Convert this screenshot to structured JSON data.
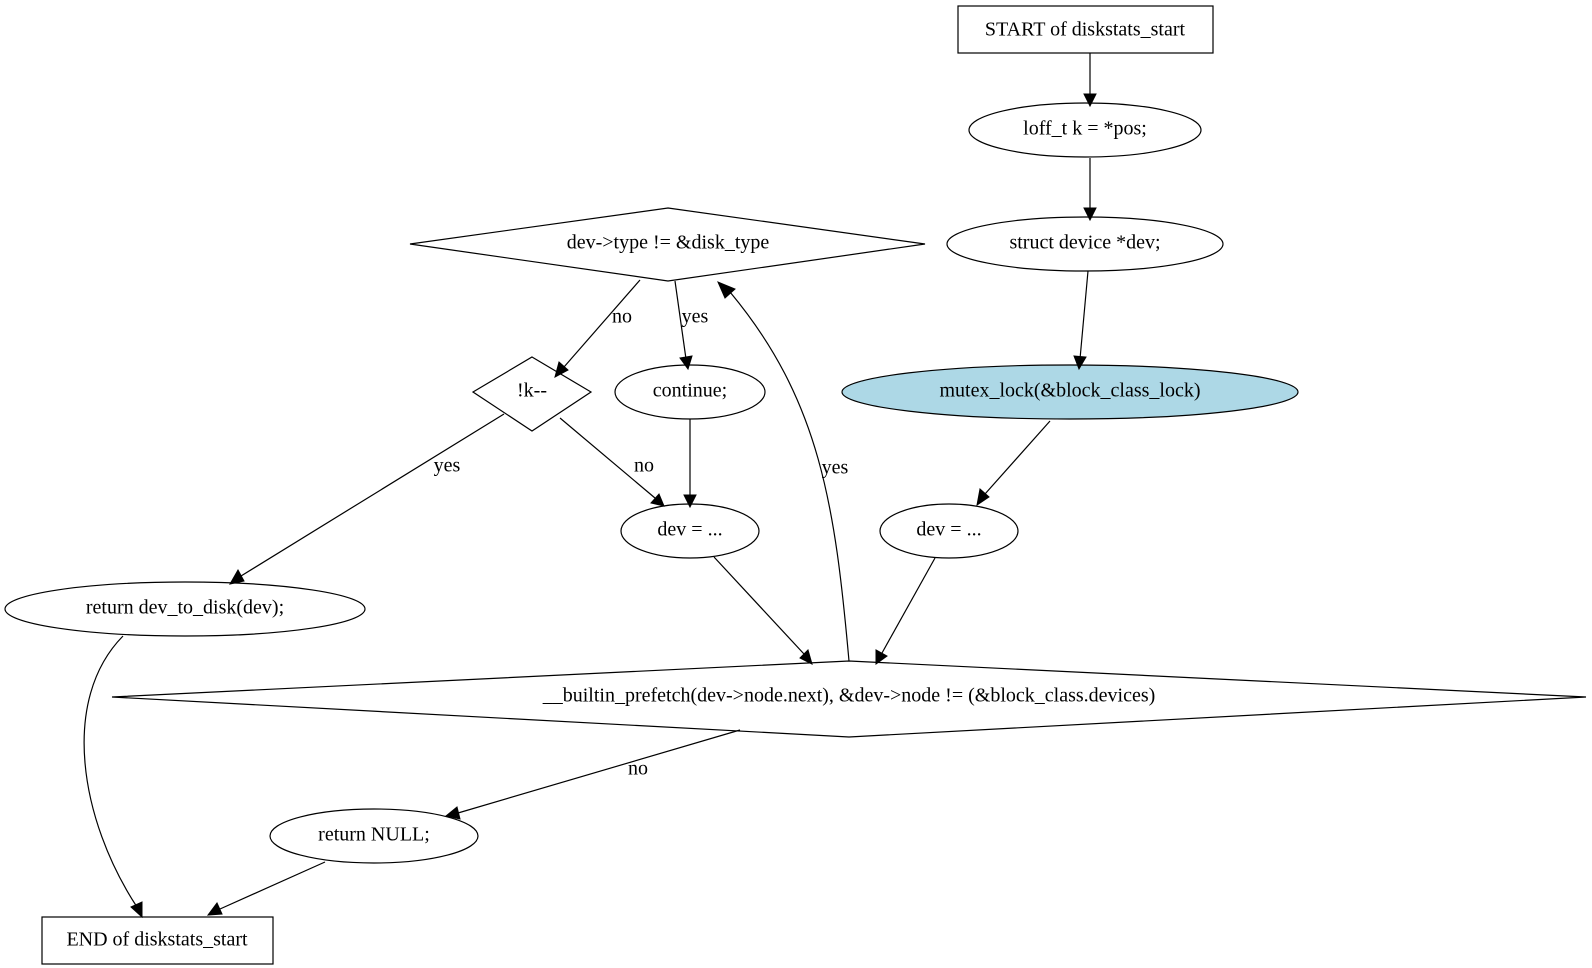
{
  "diagram": {
    "nodes": {
      "start": {
        "label": "START of diskstats_start",
        "shape": "box",
        "fill": "#ffffff"
      },
      "loff": {
        "label": "loff_t k = *pos;",
        "shape": "ellipse",
        "fill": "#ffffff"
      },
      "structdev": {
        "label": "struct device *dev;",
        "shape": "ellipse",
        "fill": "#ffffff"
      },
      "mutex": {
        "label": "mutex_lock(&block_class_lock)",
        "shape": "ellipse",
        "fill": "#add8e6"
      },
      "devright": {
        "label": "dev = ...",
        "shape": "ellipse",
        "fill": "#ffffff"
      },
      "typecheck": {
        "label": "dev->type != &disk_type",
        "shape": "diamond",
        "fill": "#ffffff"
      },
      "kdec": {
        "label": "!k--",
        "shape": "diamond",
        "fill": "#ffffff"
      },
      "cont": {
        "label": "continue;",
        "shape": "ellipse",
        "fill": "#ffffff"
      },
      "devmid": {
        "label": "dev = ...",
        "shape": "ellipse",
        "fill": "#ffffff"
      },
      "retdisk": {
        "label": "return dev_to_disk(dev);",
        "shape": "ellipse",
        "fill": "#ffffff"
      },
      "loopcond": {
        "label": "__builtin_prefetch(dev->node.next), &dev->node != (&block_class.devices)",
        "shape": "diamond",
        "fill": "#ffffff"
      },
      "retnull": {
        "label": "return NULL;",
        "shape": "ellipse",
        "fill": "#ffffff"
      },
      "end": {
        "label": "END of diskstats_start",
        "shape": "box",
        "fill": "#ffffff"
      }
    },
    "edges": [
      {
        "from": "start",
        "to": "loff",
        "label": ""
      },
      {
        "from": "loff",
        "to": "structdev",
        "label": ""
      },
      {
        "from": "structdev",
        "to": "mutex",
        "label": ""
      },
      {
        "from": "mutex",
        "to": "devright",
        "label": ""
      },
      {
        "from": "devright",
        "to": "loopcond",
        "label": ""
      },
      {
        "from": "loopcond",
        "to": "typecheck",
        "label": "yes"
      },
      {
        "from": "typecheck",
        "to": "kdec",
        "label": "no"
      },
      {
        "from": "typecheck",
        "to": "cont",
        "label": "yes"
      },
      {
        "from": "kdec",
        "to": "retdisk",
        "label": "yes"
      },
      {
        "from": "kdec",
        "to": "devmid",
        "label": "no"
      },
      {
        "from": "cont",
        "to": "devmid",
        "label": ""
      },
      {
        "from": "devmid",
        "to": "loopcond",
        "label": ""
      },
      {
        "from": "loopcond",
        "to": "retnull",
        "label": "no"
      },
      {
        "from": "retdisk",
        "to": "end",
        "label": ""
      },
      {
        "from": "retnull",
        "to": "end",
        "label": ""
      }
    ]
  }
}
